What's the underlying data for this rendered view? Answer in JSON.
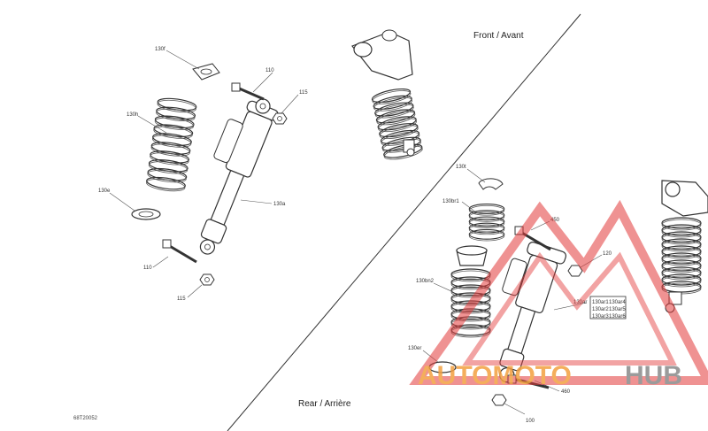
{
  "diagram": {
    "front_label": "Front / Avant",
    "rear_label": "Rear / Arrière",
    "ref_code": "68T20052",
    "front_callouts": {
      "c130f": "130f",
      "c110_top": "110",
      "c115_top": "115",
      "c130h": "130h",
      "c130e": "130e",
      "c130a": "130a",
      "c110_bottom": "110",
      "c115_bottom": "115"
    },
    "rear_callouts": {
      "c130t": "130t",
      "c130br1": "130br1",
      "c450": "450",
      "c130bn2": "130bn2",
      "c120": "120",
      "c130ar": "130ar",
      "c130er": "130er",
      "c460": "460",
      "c100": "100"
    },
    "rear_table": [
      [
        "130ar1",
        "130ar4"
      ],
      [
        "130ar2",
        "130ar5"
      ],
      [
        "130ar3",
        "130ar6"
      ]
    ]
  },
  "watermark": {
    "text_left": "AUTOMOTO",
    "text_right": "HUB",
    "color_red": "#e23a3a",
    "color_orange": "#f3a040",
    "color_gray": "#8a8a8a"
  }
}
